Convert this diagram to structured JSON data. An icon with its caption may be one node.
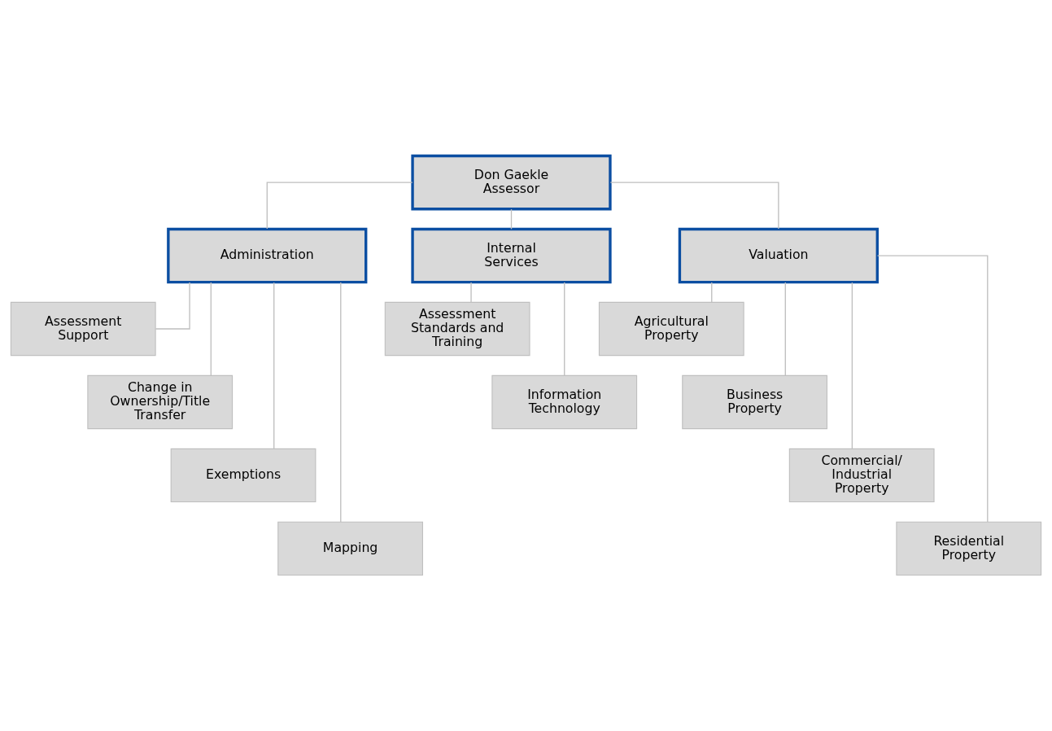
{
  "diagram": {
    "nodes": [
      {
        "text": [
          "Don Gaekle",
          "Assessor"
        ]
      },
      {
        "text": [
          "Administration"
        ]
      },
      {
        "text": [
          "Internal Services"
        ]
      },
      {
        "text": [
          "Valuation"
        ]
      },
      {
        "text": [
          "Assessment Support"
        ]
      },
      {
        "text": [
          "Change in Ownership/Title Transfer"
        ]
      },
      {
        "text": [
          "Exemptions"
        ]
      },
      {
        "text": [
          "Mapping"
        ]
      },
      {
        "text": [
          "Assessment Standards and Training"
        ]
      },
      {
        "text": [
          "Information Technology"
        ]
      },
      {
        "text": [
          "Agricultural Property"
        ]
      },
      {
        "text": [
          "Business Property"
        ]
      },
      {
        "text": [
          "Commercial/ Industrial Property"
        ]
      },
      {
        "text": [
          "Residential Property"
        ]
      }
    ],
    "edges": [
      {
        "from": 0,
        "to": 1,
        "arrow": "none"
      },
      {
        "from": 0,
        "to": 2,
        "arrow": "none"
      },
      {
        "from": 0,
        "to": 3,
        "arrow": "none"
      },
      {
        "from": 1,
        "to": 4,
        "arrow": "none"
      },
      {
        "from": 1,
        "to": 5,
        "arrow": "none"
      },
      {
        "from": 1,
        "to": 6,
        "arrow": "none"
      },
      {
        "from": 1,
        "to": 7,
        "arrow": "none"
      },
      {
        "from": 2,
        "to": 8,
        "arrow": "none"
      },
      {
        "from": 2,
        "to": 9,
        "arrow": "none"
      },
      {
        "from": 3,
        "to": 10,
        "arrow": "none"
      },
      {
        "from": 3,
        "to": 11,
        "arrow": "none"
      },
      {
        "from": 3,
        "to": 12,
        "arrow": "none"
      },
      {
        "from": 3,
        "to": 13,
        "arrow": "none"
      }
    ]
  }
}
